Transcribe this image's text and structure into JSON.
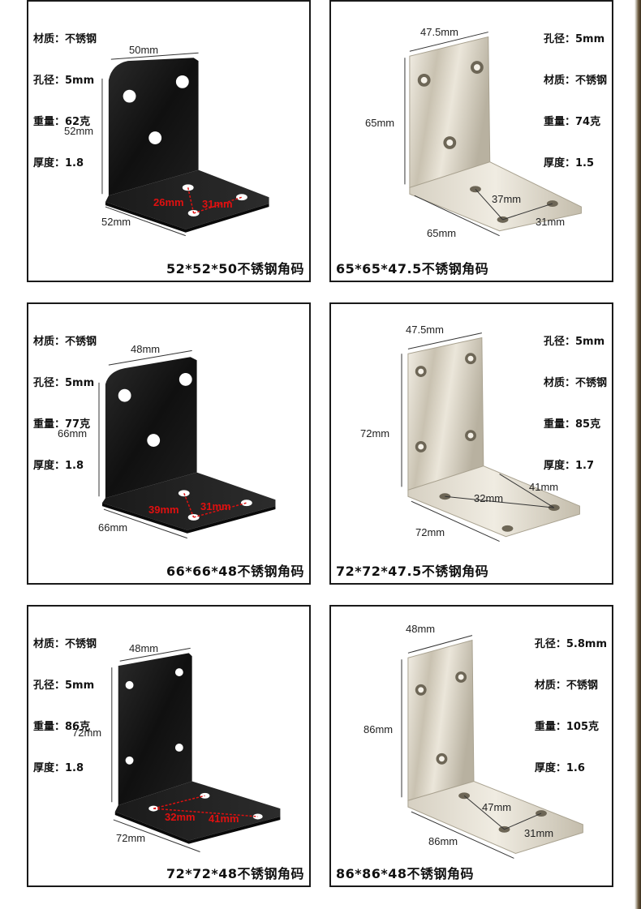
{
  "panels": [
    {
      "id": "p1",
      "finish": "black",
      "specs": [
        "材质：不锈钢",
        "孔径：5mm",
        "重量：62克",
        "厚度：1.8"
      ],
      "caption": "52*52*50不锈钢角码",
      "dims": [
        "50mm",
        "52mm",
        "52mm",
        "26mm",
        "31mm"
      ]
    },
    {
      "id": "p2",
      "finish": "silver",
      "specs": [
        "孔径：5mm",
        "材质：不锈钢",
        "重量：74克",
        "厚度：1.5"
      ],
      "caption": "65*65*47.5不锈钢角码",
      "dims": [
        "47.5mm",
        "65mm",
        "65mm",
        "37mm",
        "31mm"
      ]
    },
    {
      "id": "p3",
      "finish": "black",
      "specs": [
        "材质：不锈钢",
        "孔径：5mm",
        "重量：77克",
        "厚度：1.8"
      ],
      "caption": "66*66*48不锈钢角码",
      "dims": [
        "48mm",
        "66mm",
        "66mm",
        "39mm",
        "31mm"
      ]
    },
    {
      "id": "p4",
      "finish": "silver",
      "specs": [
        "孔径：5mm",
        "材质：不锈钢",
        "重量：85克",
        "厚度：1.7"
      ],
      "caption": "72*72*47.5不锈钢角码",
      "dims": [
        "47.5mm",
        "72mm",
        "72mm",
        "32mm",
        "41mm"
      ]
    },
    {
      "id": "p5",
      "finish": "black",
      "specs": [
        "材质：不锈钢",
        "孔径：5mm",
        "重量：86克",
        "厚度：1.8"
      ],
      "caption": "72*72*48不锈钢角码",
      "dims": [
        "48mm",
        "72mm",
        "72mm",
        "32mm",
        "41mm"
      ]
    },
    {
      "id": "p6",
      "finish": "silver",
      "specs": [
        "孔径：5.8mm",
        "材质：不锈钢",
        "重量：105克",
        "厚度：1.6"
      ],
      "caption": "86*86*48不锈钢角码",
      "dims": [
        "48mm",
        "86mm",
        "86mm",
        "47mm",
        "31mm"
      ]
    }
  ],
  "colors": {
    "border": "#1a1a1a",
    "dimension_red": "#e01010",
    "black_steel": "#151515",
    "silver_steel": "#d9d4c8"
  }
}
